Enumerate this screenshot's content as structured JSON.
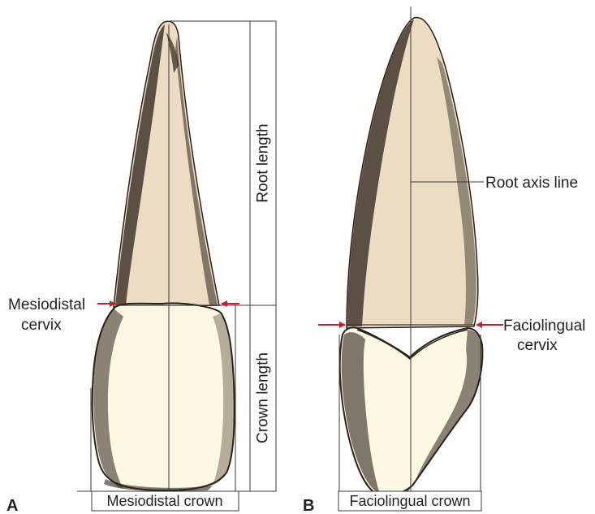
{
  "panels": {
    "a": {
      "letter": "A",
      "labels": {
        "root_length": "Root length",
        "crown_length": "Crown length",
        "cervix_line1": "Mesiodistal",
        "cervix_line2": "cervix",
        "crown_box": "Mesiodistal crown"
      }
    },
    "b": {
      "letter": "B",
      "labels": {
        "root_axis": "Root axis line",
        "cervix_line1": "Faciolingual",
        "cervix_line2": "cervix",
        "crown_box": "Faciolingual crown"
      }
    }
  },
  "colors": {
    "root_fill": "#ecdcc4",
    "crown_fill": "#fdf8e4",
    "shade": "#2b2118",
    "line": "#3a3a3a",
    "arrow": "#c8202a",
    "text": "#231f20"
  }
}
